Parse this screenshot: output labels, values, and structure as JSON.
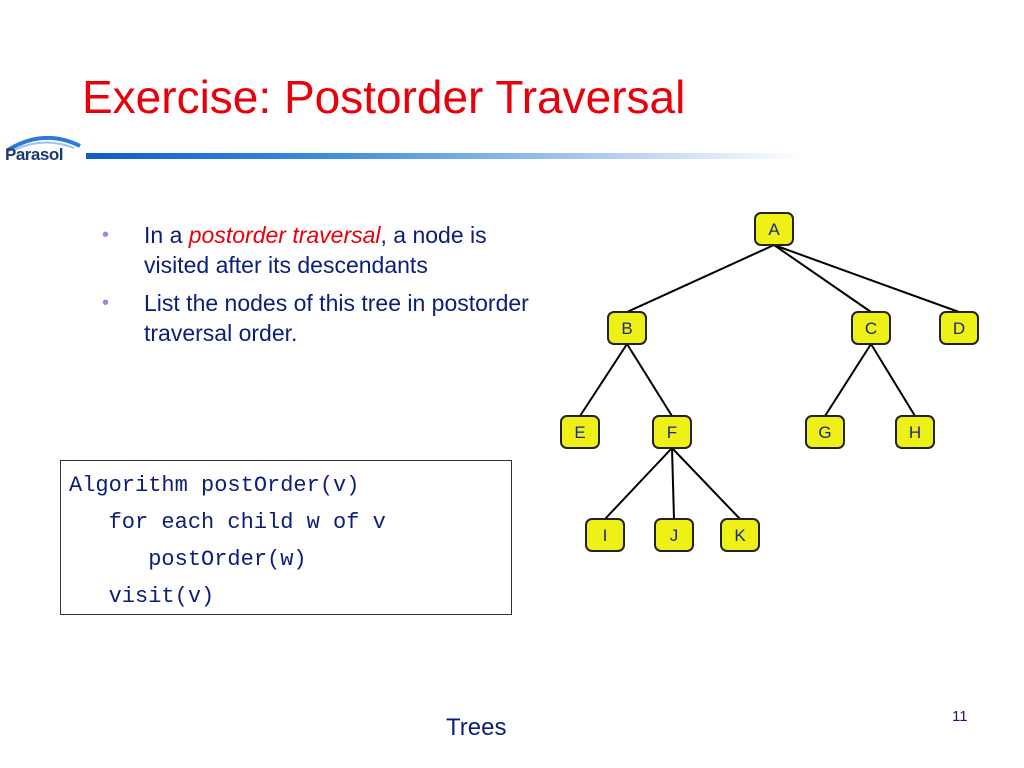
{
  "title": "Exercise: Postorder Traversal",
  "logo": {
    "text": "Parasol"
  },
  "bullets": [
    {
      "prefix": "In a ",
      "emphasis": "postorder traversal",
      "suffix": ", a node is visited after its descendants"
    },
    {
      "text": "List the nodes of this tree in postorder traversal order."
    }
  ],
  "algorithm": [
    "Algorithm postOrder(v)",
    "   for each child w of v",
    "      postOrder(w)",
    "   visit(v)"
  ],
  "tree": {
    "nodes": [
      "A",
      "B",
      "C",
      "D",
      "E",
      "F",
      "G",
      "H",
      "I",
      "J",
      "K"
    ],
    "edges": [
      [
        "A",
        "B"
      ],
      [
        "A",
        "C"
      ],
      [
        "A",
        "D"
      ],
      [
        "B",
        "E"
      ],
      [
        "B",
        "F"
      ],
      [
        "C",
        "G"
      ],
      [
        "C",
        "H"
      ],
      [
        "F",
        "I"
      ],
      [
        "F",
        "J"
      ],
      [
        "F",
        "K"
      ]
    ],
    "node_fill": "#eef016"
  },
  "footer": "Trees",
  "page_number": "11"
}
